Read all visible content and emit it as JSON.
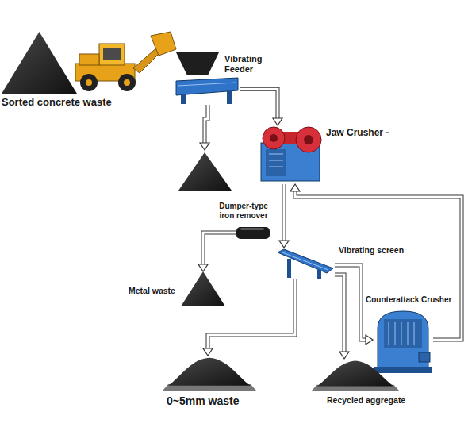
{
  "diagram": {
    "nodes": [
      {
        "text": [
          "Sorted concrete waste"
        ]
      },
      {
        "text": [
          "Vibrating Feeder"
        ]
      },
      {
        "text": [
          "Jaw Crusher -"
        ]
      },
      {
        "text": [
          "Dumper-type iron remover"
        ]
      },
      {
        "text": [
          "Metal waste"
        ]
      },
      {
        "text": [
          "Vibrating screen"
        ]
      },
      {
        "text": [
          "Counterattack Crusher"
        ]
      },
      {
        "text": [
          "0~5mm waste"
        ]
      },
      {
        "text": [
          "Recycled aggregate"
        ]
      }
    ],
    "edges": [
      {
        "from": 1,
        "to": 2,
        "arrow": "to"
      },
      {
        "from": 2,
        "to": 5,
        "arrow": "to"
      },
      {
        "from": 3,
        "to": 4,
        "arrow": "to"
      },
      {
        "from": 5,
        "to": 7,
        "arrow": "to"
      },
      {
        "from": 5,
        "to": 8,
        "arrow": "to"
      },
      {
        "from": 5,
        "to": 6,
        "arrow": "to"
      },
      {
        "from": 6,
        "to": 2,
        "arrow": "to"
      }
    ]
  }
}
